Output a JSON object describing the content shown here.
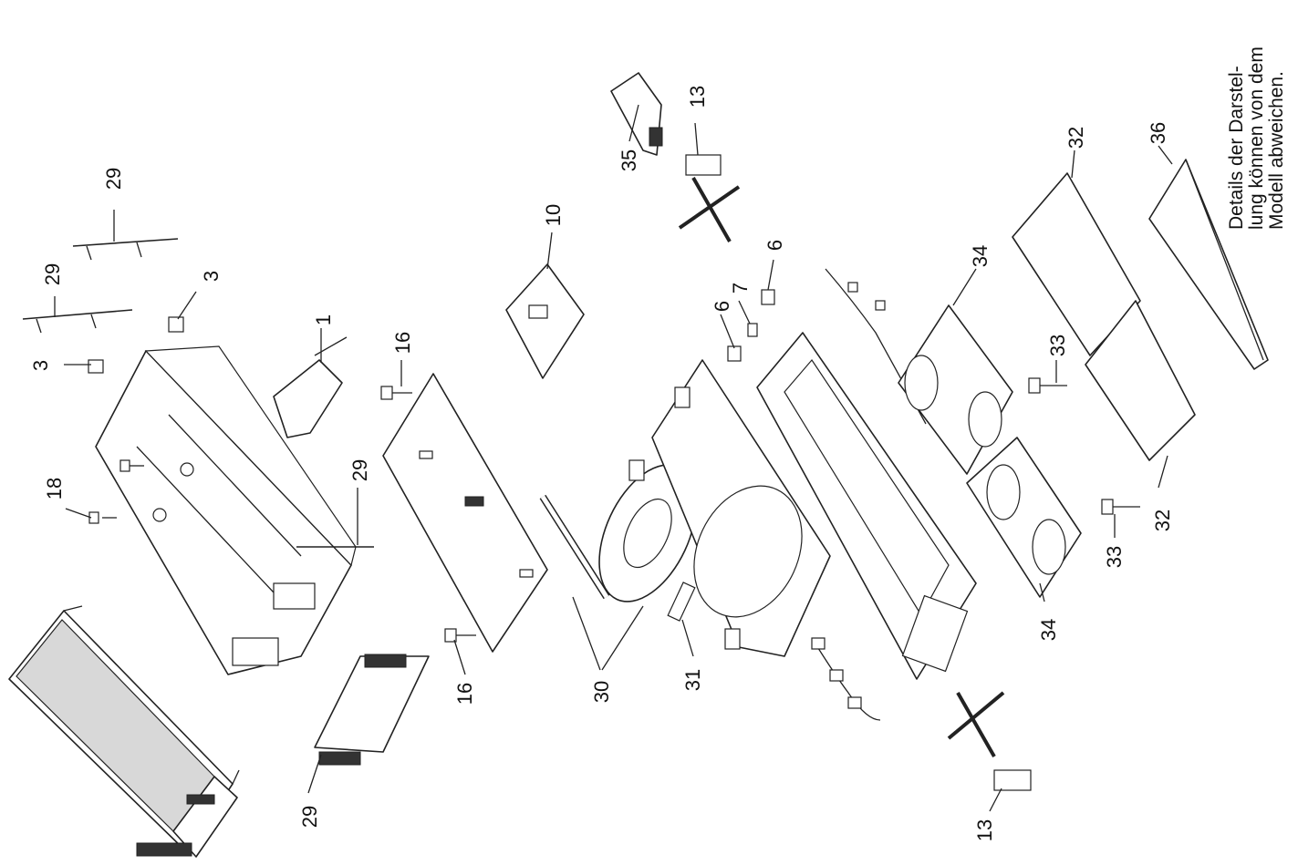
{
  "note": {
    "line1": "Details der Darstel-",
    "line2": "lung können von dem",
    "line3": "Modell abweichen."
  },
  "callouts": {
    "c1": "1",
    "c3a": "3",
    "c3b": "3",
    "c6a": "6",
    "c6b": "6",
    "c7": "7",
    "c10": "10",
    "c13a": "13",
    "c13b": "13",
    "c16a": "16",
    "c16b": "16",
    "c18": "18",
    "c29a": "29",
    "c29b": "29",
    "c29c": "29",
    "c29d": "29",
    "c30": "30",
    "c31": "31",
    "c32a": "32",
    "c32b": "32",
    "c33a": "33",
    "c33b": "33",
    "c34a": "34",
    "c34b": "34",
    "c35": "35",
    "c36": "36"
  },
  "colors": {
    "line": "#222222",
    "background": "#ffffff"
  }
}
